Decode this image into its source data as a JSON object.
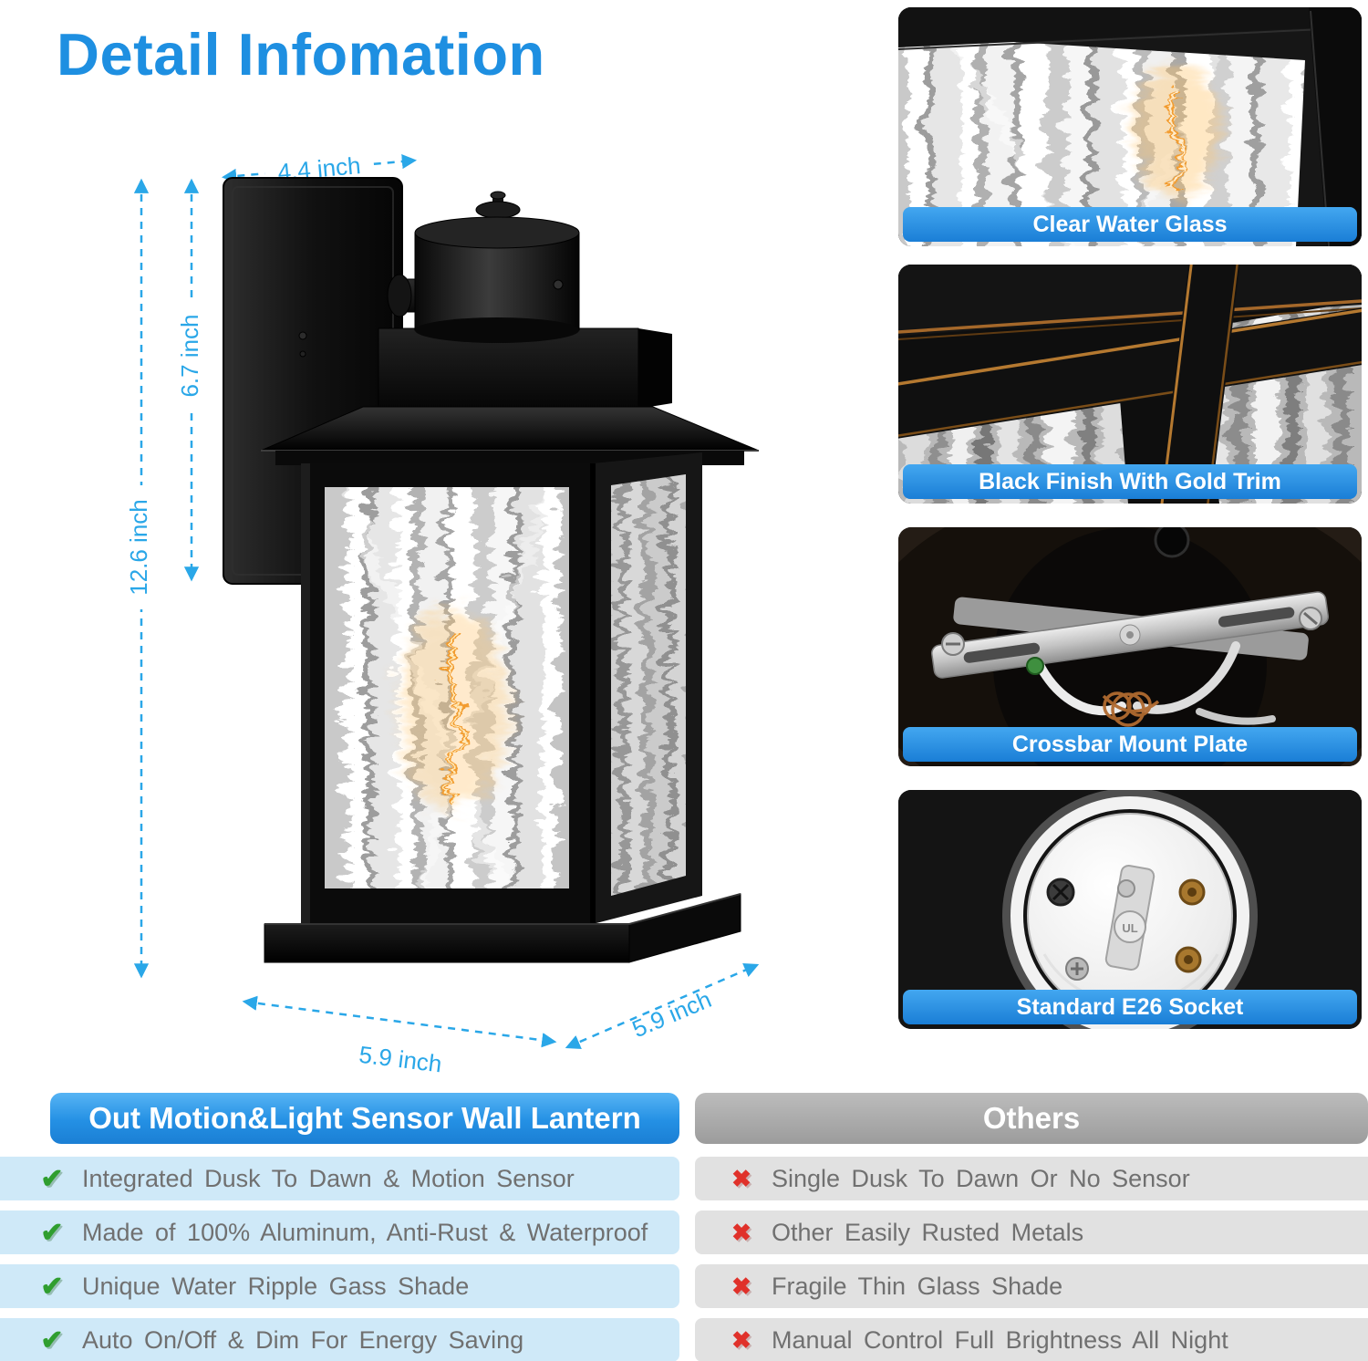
{
  "page": {
    "title": "Detail Infomation"
  },
  "icons": {
    "check": "✔",
    "cross": "✖"
  },
  "dimensions": {
    "top_width": "4.4 inch",
    "bracket_height": "6.7 inch",
    "total_height": "12.6 inch",
    "base_width": "5.9 inch",
    "base_depth": "5.9 inch"
  },
  "features": [
    {
      "label": "Clear Water Glass"
    },
    {
      "label": "Black Finish With Gold Trim"
    },
    {
      "label": "Crossbar Mount Plate"
    },
    {
      "label": "Standard E26 Socket"
    }
  ],
  "socket": {
    "marking": "UL"
  },
  "comparison": {
    "left": {
      "header": "Out Motion&Light Sensor Wall Lantern",
      "rows": [
        "Integrated Dusk To Dawn & Motion Sensor",
        "Made of 100% Aluminum, Anti-Rust & Waterproof",
        "Unique Water Ripple Gass Shade",
        "Auto On/Off & Dim For Energy Saving"
      ]
    },
    "right": {
      "header": "Others",
      "rows": [
        "Single Dusk To Dawn Or No Sensor",
        "Other Easily Rusted Metals",
        "Fragile Thin Glass Shade",
        "Manual Control Full Brightness All Night"
      ]
    }
  },
  "colors": {
    "accent_blue": "#1e8fe1",
    "dimension_blue": "#2aa7e8",
    "label_blue": "#2196f3",
    "check_green": "#2f9e2f",
    "cross_red": "#e0312a"
  }
}
